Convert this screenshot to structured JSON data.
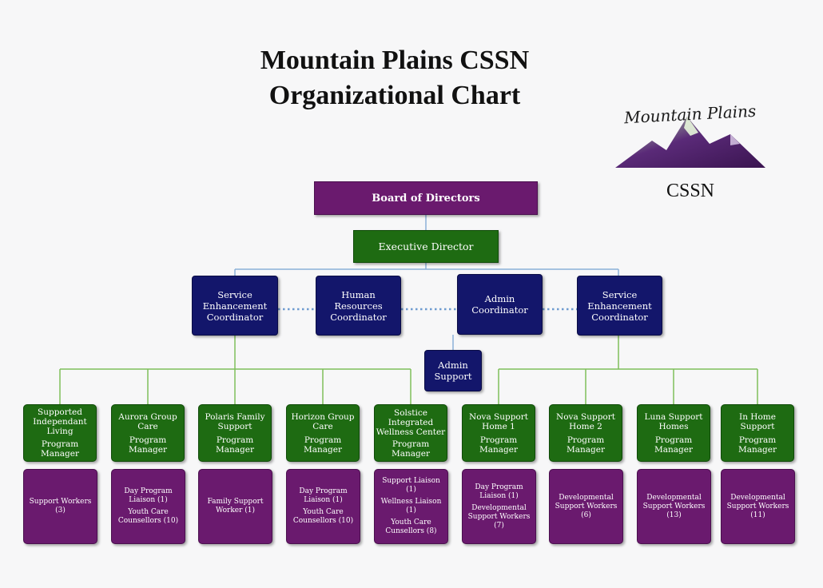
{
  "title": {
    "line1": "Mountain Plains CSSN",
    "line2": "Organizational Chart"
  },
  "logo": {
    "script_text": "Mountain Plains",
    "sub_text": "CSSN",
    "icon": "mountain-logo-icon"
  },
  "colors": {
    "green": "#1e6b12",
    "purple": "#6a1a6e",
    "navy": "#13166b",
    "connector_green": "#7fbf5a",
    "connector_blue": "#8ab0d8"
  },
  "board": "Board of Directors",
  "executive": "Executive Director",
  "coordinators": [
    "Service\nEnhancement\nCoordinator",
    "Human\nResources\nCoordinator",
    "Admin\nCoordinator",
    "Service\nEnhancement\nCoordinator"
  ],
  "admin_support": "Admin\nSupport",
  "programs": [
    {
      "name": "Supported\nIndependant\nLiving",
      "role": "Program\nManager",
      "staff": [
        "Support Workers\n(3)"
      ]
    },
    {
      "name": "Aurora Group\nCare",
      "role": "Program\nManager",
      "staff": [
        "Day Program\nLiaison (1)",
        "Youth Care\nCounsellors (10)"
      ]
    },
    {
      "name": "Polaris Family\nSupport",
      "role": "Program\nManager",
      "staff": [
        "Family Support\nWorker (1)"
      ]
    },
    {
      "name": "Horizon Group\nCare",
      "role": "Program\nManager",
      "staff": [
        "Day Program\nLiaison (1)",
        "Youth Care\nCounsellors (10)"
      ]
    },
    {
      "name": "Solstice\nIntegrated\nWellness Center",
      "role": "Program\nManager",
      "staff": [
        "Support Liaison\n(1)",
        "Wellness Liaison\n(1)",
        "Youth Care\nCunsellors (8)"
      ]
    },
    {
      "name": "Nova Support\nHome 1",
      "role": "Program\nManager",
      "staff": [
        "Day Program\nLiaison (1)",
        "Developmental\nSupport Workers\n(7)"
      ]
    },
    {
      "name": "Nova Support\nHome 2",
      "role": "Program\nManager",
      "staff": [
        "Developmental\nSupport Workers\n(6)"
      ]
    },
    {
      "name": "Luna Support\nHomes",
      "role": "Program\nManager",
      "staff": [
        "Developmental\nSupport Workers\n(13)"
      ]
    },
    {
      "name": "In Home\nSupport",
      "role": "Program\nManager",
      "staff": [
        "Developmental\nSupport Workers\n(11)"
      ]
    }
  ]
}
